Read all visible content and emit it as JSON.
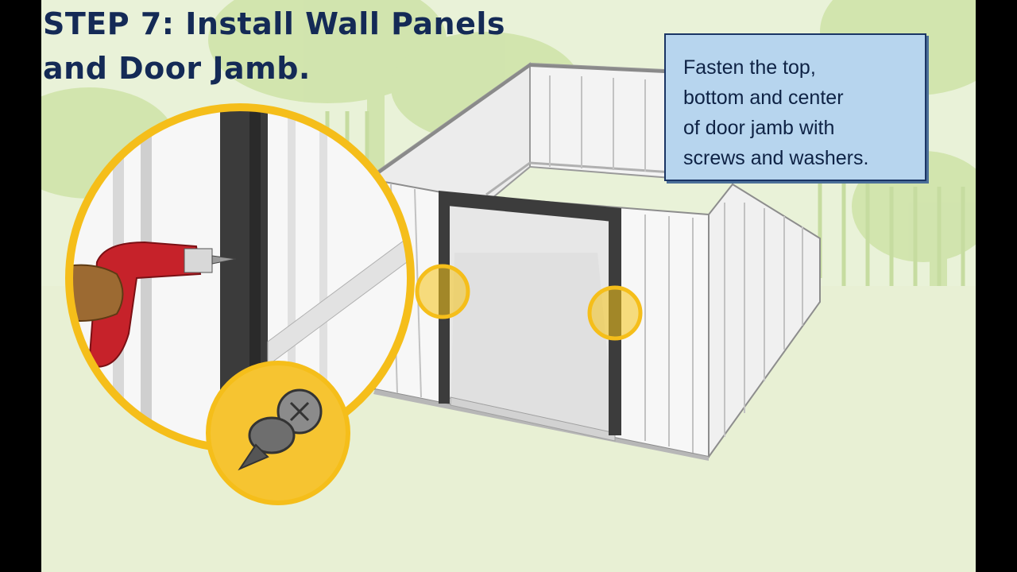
{
  "step": {
    "title_line1": "STEP 7: Install Wall Panels",
    "title_line2": "and Door Jamb."
  },
  "callout": {
    "lines": [
      "Fasten the top,",
      "bottom and center",
      "of door jamb with",
      "screws and washers."
    ]
  },
  "colors": {
    "background": "#e9f2d8",
    "title": "#142a56",
    "callout_fill": "#b7d5ee",
    "callout_border": "#1a3564",
    "highlight_ring": "#f5be1a",
    "door_jamb": "#3c3c3c",
    "drill": "#c6222a"
  },
  "icons": [
    "drill-icon",
    "screw-washer-icon"
  ]
}
